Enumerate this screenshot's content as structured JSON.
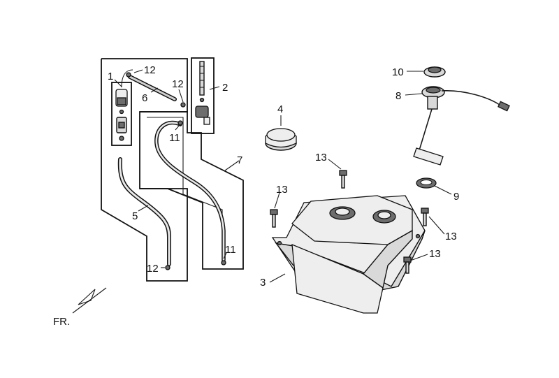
{
  "callouts": {
    "c1": "1",
    "c2": "2",
    "c3": "3",
    "c4": "4",
    "c5": "5",
    "c6": "6",
    "c7": "7",
    "c8": "8",
    "c9": "9",
    "c10": "10",
    "c11a": "11",
    "c11b": "11",
    "c12a": "12",
    "c12b": "12",
    "c12c": "12",
    "c13a": "13",
    "c13b": "13",
    "c13c": "13",
    "c13d": "13"
  },
  "direction": {
    "label": "FR."
  }
}
